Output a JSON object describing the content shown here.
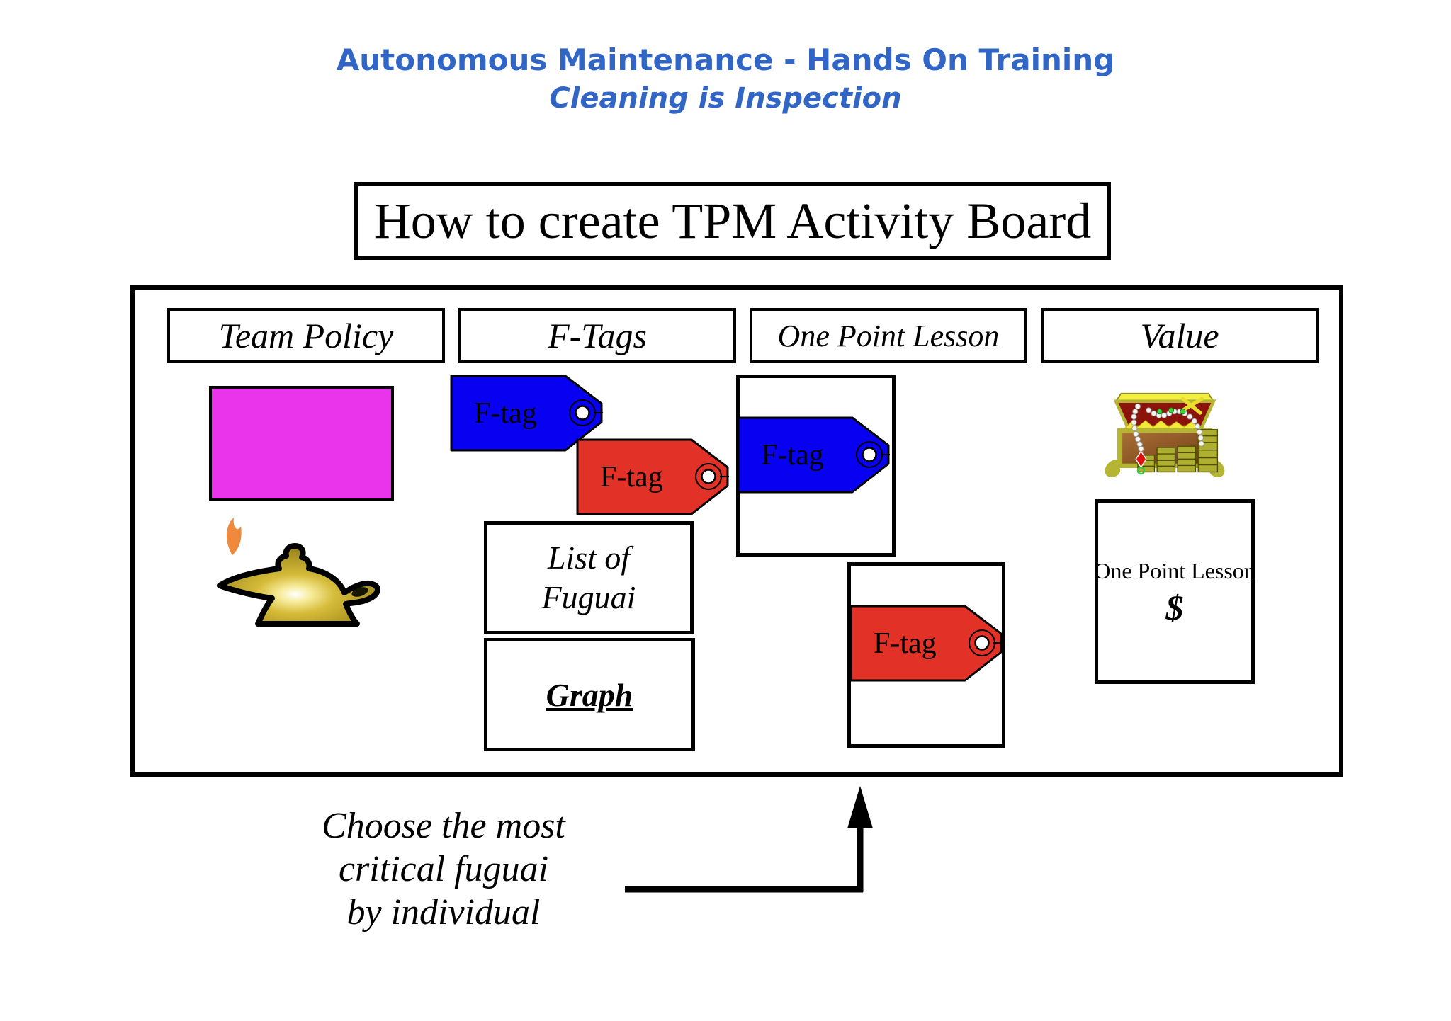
{
  "title": {
    "line1": "Autonomous Maintenance - Hands On Training",
    "line2": "Cleaning is Inspection",
    "color": "#3165C6"
  },
  "heading": {
    "label": "How to create TPM Activity Board"
  },
  "board": {
    "headers": [
      {
        "label": "Team Policy"
      },
      {
        "label": "F-Tags"
      },
      {
        "label": "One Point Lesson"
      },
      {
        "label": "Value"
      }
    ],
    "tags": [
      {
        "label": "F-tag",
        "color": "#0800F0"
      },
      {
        "label": "F-tag",
        "color": "#E23127"
      },
      {
        "label": "F-tag",
        "color": "#0800F0"
      },
      {
        "label": "F-tag",
        "color": "#E23127"
      }
    ],
    "team_policy": {
      "card_color": "#EA34EB",
      "lamp_icon": "genie-lamp-icon",
      "flame_color": "#EF8A3C"
    },
    "ftags": {
      "list_label": "List of\nFuguai",
      "graph_label": "Graph"
    },
    "value": {
      "chest_icon": "treasure-chest-icon",
      "opl_title": "One Point Lesson",
      "opl_symbol": "$"
    }
  },
  "footer": {
    "note": "Choose the most\ncritical fuguai\nby individual",
    "arrow_icon": "up-arrow-icon"
  }
}
